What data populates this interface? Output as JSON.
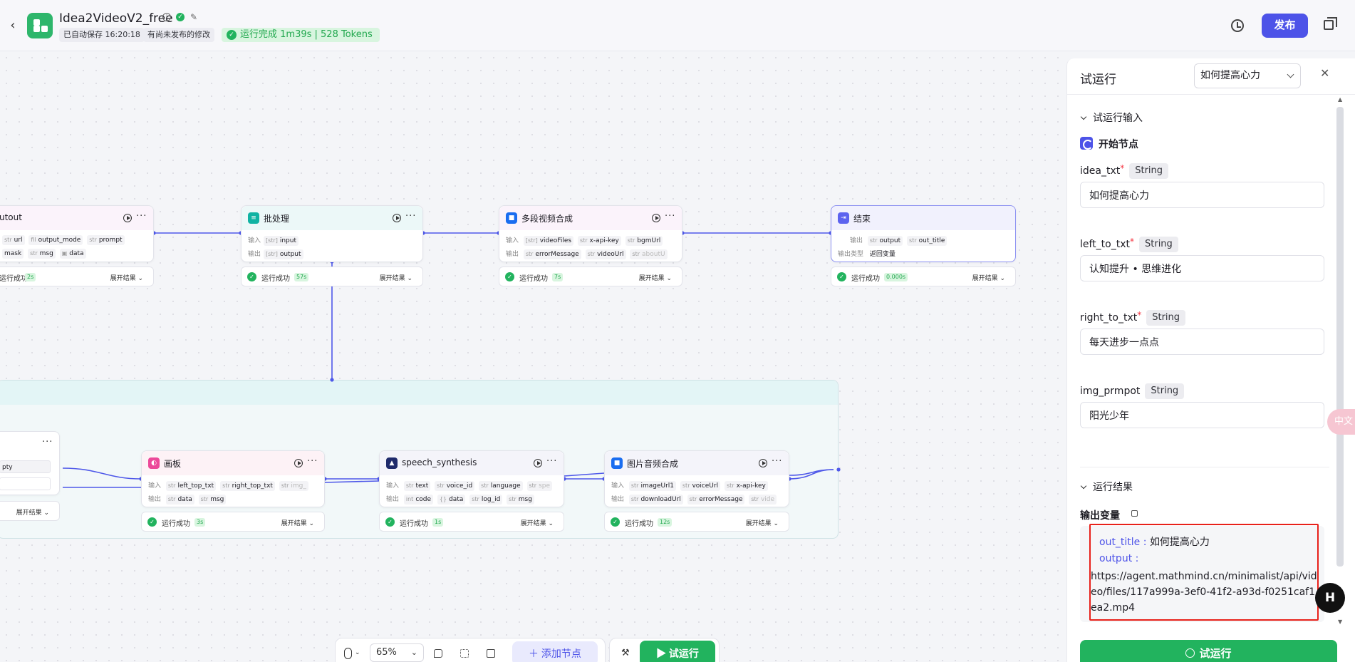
{
  "header": {
    "back_glyph": "‹",
    "app_title": "Idea2VideoV2_free",
    "saved_status": "已自动保存 16:20:18",
    "unpublished_status": "有尚未发布的修改",
    "run_status": "运行完成 1m39s | 528 Tokens",
    "publish_label": "发布"
  },
  "nodes": {
    "prev": {
      "title": "utout",
      "tags": [
        "url",
        "output_mode",
        "prompt",
        "mask",
        "msg",
        "data"
      ],
      "status": "运行成功",
      "time": "2s",
      "expand": "展开结果"
    },
    "batch": {
      "title": "批处理",
      "in_label": "输入",
      "out_label": "输出",
      "input": "input",
      "output": "output",
      "status": "运行成功",
      "time": "57s",
      "expand": "展开结果"
    },
    "video": {
      "title": "多段视频合成",
      "in_label": "输入",
      "out_label": "输出",
      "inputs": [
        "videoFiles",
        "x-api-key",
        "bgmUrl"
      ],
      "outputs": [
        "errorMessage",
        "videoUrl",
        "aboutU"
      ],
      "status": "运行成功",
      "time": "7s",
      "expand": "展开结果"
    },
    "end": {
      "title": "结束",
      "out_label": "输出",
      "outputs": [
        "output",
        "out_title"
      ],
      "type_label": "输出类型",
      "type_value": "返回变量",
      "status": "运行成功",
      "time": "0.000s",
      "expand": "展开结果"
    },
    "left_inner": {
      "field": "pty",
      "expand": "展开结果"
    },
    "canvas_node": {
      "title": "画板",
      "in_label": "输入",
      "out_label": "输出",
      "inputs": [
        "left_top_txt",
        "right_top_txt",
        "img_"
      ],
      "outputs": [
        "data",
        "msg"
      ],
      "status": "运行成功",
      "time": "3s",
      "expand": "展开结果"
    },
    "speech": {
      "title": "speech_synthesis",
      "in_label": "输入",
      "out_label": "输出",
      "inputs": [
        "text",
        "voice_id",
        "language",
        "spe"
      ],
      "outputs": [
        "code",
        "data",
        "log_id",
        "msg"
      ],
      "status": "运行成功",
      "time": "1s",
      "expand": "展开结果"
    },
    "imgaudio": {
      "title": "图片音频合成",
      "in_label": "输入",
      "out_label": "输出",
      "inputs": [
        "imageUrl1",
        "voiceUrl",
        "x-api-key"
      ],
      "outputs": [
        "downloadUrl",
        "errorMessage",
        "vide"
      ],
      "status": "运行成功",
      "time": "12s",
      "expand": "展开结果"
    }
  },
  "toolbar": {
    "zoom": "65%",
    "add_node": "＋ 添加节点",
    "test_run": "▶ 试运行"
  },
  "panel": {
    "title": "试运行",
    "selected": "如何提高心力",
    "input_section": "试运行输入",
    "start_node": "开始节点",
    "fields": [
      {
        "name": "idea_txt",
        "required": "*",
        "type": "String",
        "value": "如何提高心力"
      },
      {
        "name": "left_to_txt",
        "required": "*",
        "type": "String",
        "value": "认知提升 • 思维进化"
      },
      {
        "name": "right_to_txt",
        "required": "*",
        "type": "String",
        "value": "每天进步一点点"
      },
      {
        "name": "img_prmpot",
        "required": "",
        "type": "String",
        "value": "阳光少年"
      }
    ],
    "result_section": "运行结果",
    "output_label": "输出变量",
    "out_title_key": "out_title",
    "out_title_value": "如何提高心力",
    "output_key": "output",
    "output_value": "https://agent.mathmind.cn/minimalist/api/video/files/117a999a-3ef0-41f2-a93d-f0251caf1ea2.mp4",
    "run_button": "试运行"
  },
  "float_widget": "中文",
  "float_h": "H"
}
